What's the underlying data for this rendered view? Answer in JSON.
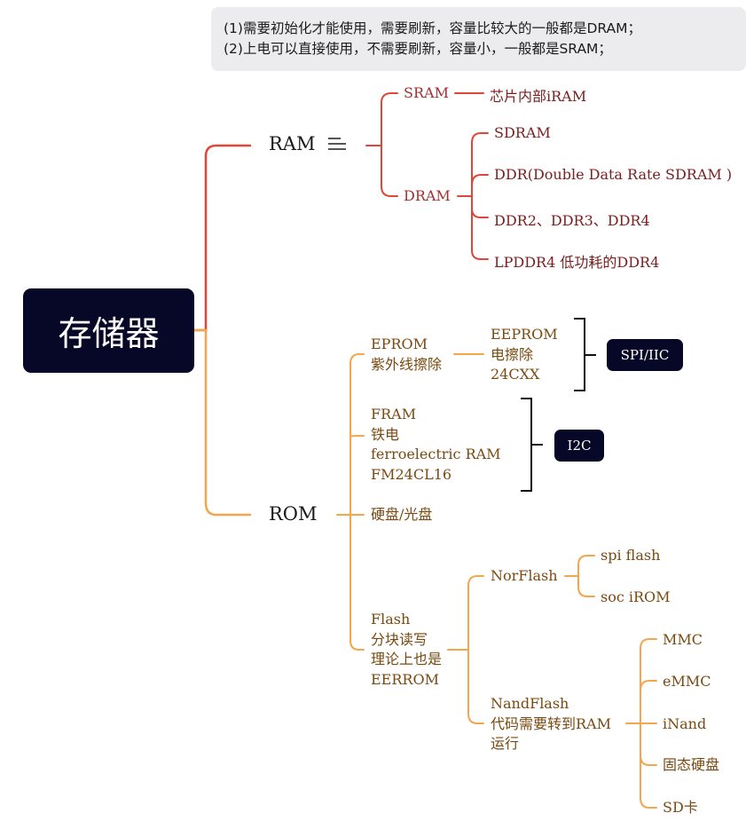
{
  "note": {
    "line1": "(1)需要初始化才能使用，需要刷新，容量比较大的一般都是DRAM；",
    "line2": "(2)上电可以直接使用，不需要刷新，容量小，一般都是SRAM；"
  },
  "root": {
    "label": "存储器"
  },
  "ram": {
    "label": "RAM",
    "icon": "menu-lines-icon",
    "sram": {
      "label": "SRAM",
      "child": "芯片内部iRAM"
    },
    "dram": {
      "label": "DRAM",
      "children": [
        "SDRAM",
        "DDR(Double Data Rate SDRAM )",
        "DDR2、DDR3、DDR4",
        "LPDDR4  低功耗的DDR4"
      ]
    }
  },
  "rom": {
    "label": "ROM",
    "eprom": {
      "lines": [
        "EPROM",
        "紫外线擦除"
      ],
      "child_lines": [
        "EEPROM",
        "电擦除",
        "24CXX"
      ]
    },
    "fram": {
      "lines": [
        "FRAM",
        "铁电",
        "ferroelectric RAM",
        "FM24CL16"
      ]
    },
    "disk": {
      "label": "硬盘/光盘"
    },
    "flash": {
      "lines": [
        "Flash",
        "分块读写",
        "理论上也是",
        "EERROM"
      ],
      "norflash": {
        "label": "NorFlash",
        "children": [
          "spi flash",
          "soc iROM"
        ]
      },
      "nandflash": {
        "lines": [
          "NandFlash",
          "代码需要转到RAM",
          "运行"
        ],
        "children": [
          "MMC",
          "eMMC",
          "iNand",
          "固态硬盘",
          "SD卡"
        ]
      }
    }
  },
  "badges": {
    "spi_iic": "SPI/IIC",
    "i2c": "I2C"
  },
  "colors": {
    "ram_branch": "#e0453a",
    "rom_branch": "#f3a64a",
    "root_bg": "#070727",
    "note_bg": "#ececef"
  }
}
